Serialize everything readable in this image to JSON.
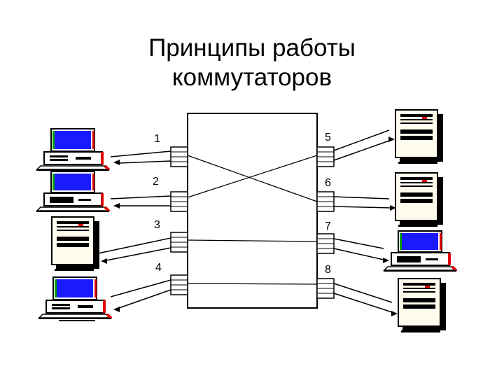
{
  "slide": {
    "title_line1": "Принципы работы",
    "title_line2": "коммутаторов"
  },
  "ports": {
    "p1": "1",
    "p2": "2",
    "p3": "3",
    "p4": "4",
    "p5": "5",
    "p6": "6",
    "p7": "7",
    "p8": "8"
  },
  "colors": {
    "screen_blue": "#1a1aff",
    "screen_green": "#00a000",
    "base_red": "#e00000",
    "line": "#000000",
    "panel": "#fffcee"
  }
}
